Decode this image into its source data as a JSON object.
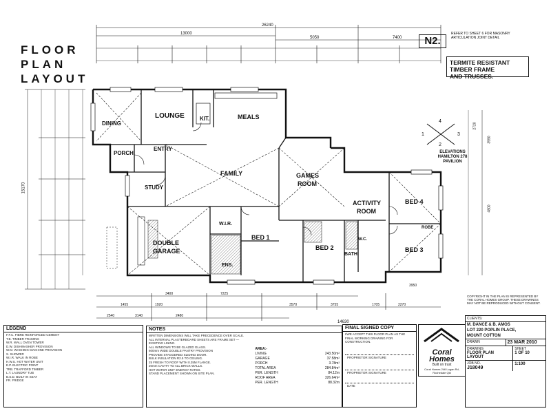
{
  "title": [
    "FLOOR",
    "PLAN",
    "LAYOUT"
  ],
  "drawing_no": "N2.",
  "ref_note": "REFER TO SHEET 6 FOR MASONRY ARTICULATION JOINT DETAIL",
  "termite_note": [
    "TERMITE RESISTANT",
    "TIMBER FRAME",
    "AND TRUSSES."
  ],
  "elevations": {
    "label": "ELEVATIONS",
    "pavilion": "HAMILTON 278",
    "pavilion2": "PAVILION",
    "marks": [
      "1",
      "2",
      "3",
      "4"
    ]
  },
  "dimensions": {
    "top_overall": "26240",
    "top_1": "13000",
    "top_2": "5050",
    "top_3": "7400",
    "left_overall": "15170",
    "bottom_overall": "14630",
    "b1": "3400",
    "b2": "7225",
    "b3": "3570",
    "b4": "3755",
    "b5": "1705",
    "b6": "2270",
    "b7": "3950",
    "b8": "1920",
    "b9": "2480",
    "b10": "2540",
    "b11": "3140",
    "b12": "1455",
    "r1": "3590",
    "r2": "4800",
    "r3": "2720"
  },
  "rooms": {
    "dining": "DINING",
    "lounge": "LOUNGE",
    "kit": "KIT.",
    "meals": "MEALS",
    "porch": "PORCH",
    "entry": "ENTRY",
    "study": "STUDY",
    "family": "FAMILY",
    "games": "GAMES",
    "games2": "ROOM",
    "activity": "ACTIVITY",
    "activity2": "ROOM",
    "bed4": "BED 4",
    "bed3": "BED 3",
    "bed1": "BED 1",
    "bed2": "BED 2",
    "double": "DOUBLE",
    "garage": "GARAGE",
    "wir": "W.I.R.",
    "ens": "ENS.",
    "bath": "BATH",
    "robe": "ROBE",
    "wc": "W.C."
  },
  "legend": {
    "header": "LEGEND",
    "items": [
      "F.F.C. FIBRE REINFORCED CEMENT",
      "T.B. TIMBER FRAMING",
      "W.R. WALL OVEN TOWER",
      "D.W. DISHWASHER PROVISION",
      "W.M. WASHING MACHINE PROVISION",
      "S. SHOWER",
      "W.I.R. WALK IN ROBE",
      "H.W.U. HOT WATER UNIT",
      "E.P. ELECTRIC POINT",
      "TRB. TRAFFORD TIMBER",
      "L.T. LAUNDRY TUB",
      "B.S.D. BUILT IN SEAT",
      "FR. FRIDGE"
    ]
  },
  "notes": {
    "header": "NOTES",
    "items": [
      "WRITTEN DIMENSIONS WILL TAKE PRECEDENCE OVER SCALE.",
      "ALL INTERNAL PLASTERBOARD SHEETS ARE FRAME SET — EXISTING LINING.",
      "ALL WINDOWS TO BE GLAZED GLASS.",
      "600mm WIDE DOUBLE PANTRY PROVISION",
      "PROVIDE STAGGERED SLIDING DOOR.",
      "BULK INSULATION R2.5 TO CEILING.",
      "25 FRESH TO ROOF WITH 0.35M FLANGE.",
      "20mm CAVITY TO ALL BRICK WALLS.",
      "HOT WATER UNIT ENERGY RATED.",
      "STAND PLACEMENT SHOWN ON SITE PLAN."
    ]
  },
  "areas": {
    "header": "AREA:-",
    "rows": [
      {
        "label": "LIVING",
        "value": "243.50m²"
      },
      {
        "label": "GARAGE",
        "value": "37.58m²"
      },
      {
        "label": "PORCH",
        "value": "3.78m²"
      },
      {
        "label": "TOTAL AREA",
        "value": "284.84m²"
      },
      {
        "label": "PER. LENGTH",
        "value": "84.12m"
      },
      {
        "label": "ROOF AREA",
        "value": "326.64m²"
      },
      {
        "label": "PER. LENGTH",
        "value": "88.32m"
      }
    ]
  },
  "final_copy": {
    "header": "FINAL SIGNED COPY",
    "text": "I/WE ACCEPT THIS FLOOR PLAN AS THE FINAL WORKING DRAWING FOR CONSTRUCTION.",
    "sig1": "PROPRIETOR SIGNATURE",
    "sig2": "PROPRIETOR SIGNATURE",
    "date_label": "DATE"
  },
  "brand": {
    "name1": "Coral",
    "name2": "Homes",
    "tagline": "Built on trust",
    "address": "Coral Homes 246 Logan Rd, Rochedale Qld"
  },
  "client": {
    "label": "CLIENTS:",
    "names": "M. DANCE & B. AMOS",
    "lot": "LOT 220 POPLIN PLACE,",
    "suburb": "MOUNT COTTON",
    "drawn_label": "DRAWN",
    "drawn": "",
    "date": "23 MAR 2010",
    "sheet_label": "SHEET",
    "sheet": "1 OF 10",
    "title_label": "DRAWING",
    "title": "FLOOR PLAN LAYOUT",
    "job_label": "JOB NO.",
    "job": "J18049",
    "scale": "1:100"
  },
  "copyright": "COPYRIGHT IN THE PLAN IS REPRESENTED BY THE CORAL HOMES GROUP. THESE DRAWINGS MAY NOT BE REPRODUCED WITHOUT CONSENT.",
  "colors": {
    "line": "#111111",
    "hatch": "#555555",
    "paper": "#ffffff"
  }
}
